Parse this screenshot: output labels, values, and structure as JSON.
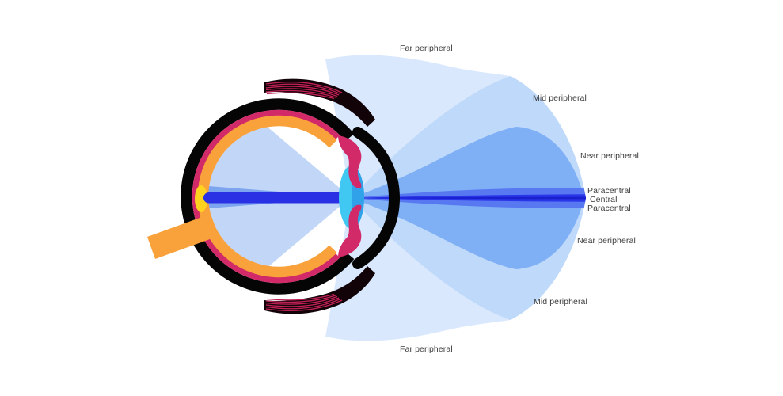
{
  "diagram": {
    "type": "eye-visual-field-cross-section",
    "field_labels": {
      "far_top": "Far peripheral",
      "mid_top": "Mid peripheral",
      "near_top": "Near peripheral",
      "para_top": "Paracentral",
      "central": "Central",
      "para_bottom": "Paracentral",
      "near_bottom": "Near peripheral",
      "mid_bottom": "Mid peripheral",
      "far_bottom": "Far peripheral"
    },
    "colors": {
      "background": "#ffffff",
      "far": "#d9e8fc",
      "mid": "#bfd9fa",
      "near": "#7fb0f5",
      "paracentral": "#5878f2",
      "central": "#2a36e9",
      "central_core": "#1b20ce",
      "inner_fan": "#c2d7f8",
      "inner_para": "#7ca4ef",
      "inner_central": "#2a30e4",
      "sclera": "#050505",
      "choroid": "#d22a68",
      "retina": "#f9a23b",
      "macula": "#ffd21f",
      "lens": "#40c8f3",
      "lens_shade": "#2fa2e9",
      "muscle": "#120309",
      "muscle_stripe": "#c12055",
      "text": "#3b3b3b"
    }
  }
}
